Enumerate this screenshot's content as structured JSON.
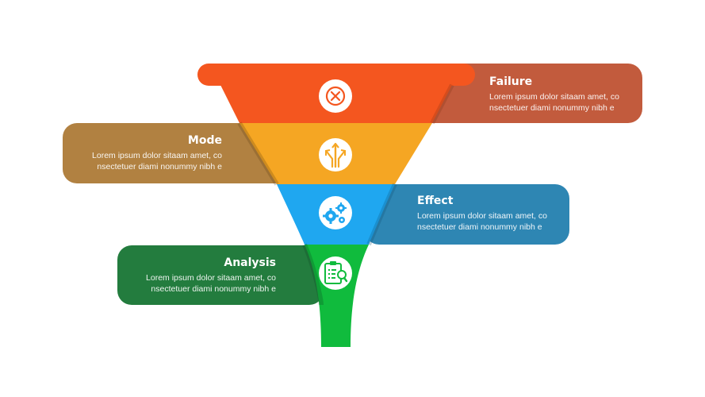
{
  "stages": [
    {
      "id": "failure",
      "title": "Failure",
      "body_line1": "Lorem ipsum dolor sitaam amet, co",
      "body_line2": "nsectetuer diami nonummy  nibh e",
      "funnel_color": "#F4561F",
      "card_color": "#C25B3D",
      "icon": "close-circle-icon"
    },
    {
      "id": "mode",
      "title": "Mode",
      "body_line1": "Lorem ipsum dolor sitaam amet, co",
      "body_line2": "nsectetuer diami nonummy  nibh e",
      "funnel_color": "#F5A623",
      "card_color": "#B18141",
      "icon": "diverging-arrows-icon"
    },
    {
      "id": "effect",
      "title": "Effect",
      "body_line1": "Lorem ipsum dolor sitaam amet, co",
      "body_line2": "nsectetuer diami nonummy  nibh e",
      "funnel_color": "#1FA7F0",
      "card_color": "#2E86B3",
      "icon": "gears-icon"
    },
    {
      "id": "analysis",
      "title": "Analysis",
      "body_line1": "Lorem ipsum dolor sitaam amet, co",
      "body_line2": "nsectetuer diami nonummy  nibh e",
      "funnel_color": "#10BB3D",
      "card_color": "#237C3E",
      "icon": "clipboard-search-icon"
    }
  ]
}
